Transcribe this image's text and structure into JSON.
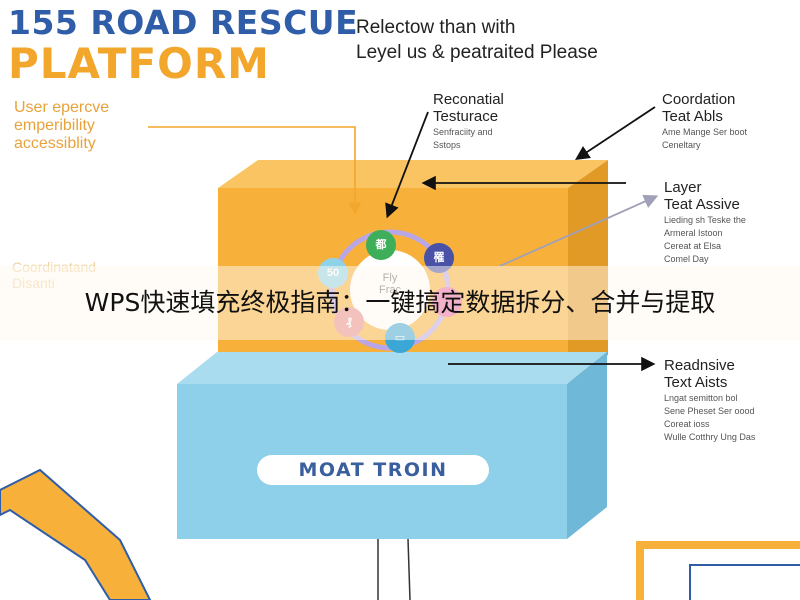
{
  "header": {
    "title_line1": "155 ROAD RESCUE",
    "title_line2": "PLATFORM",
    "subtitle_line1": "Relectow than with",
    "subtitle_line2": "Leyel us & peatraited Please"
  },
  "notes": {
    "left_line1": "User epercve",
    "left_line2": "emperibility",
    "left_line3": "accessiblity",
    "faint_line1": "Coordinatand",
    "faint_line2": "Disanti"
  },
  "labels": {
    "reconatial": {
      "title1": "Reconatial",
      "title2": "Testurace",
      "sub1": "Senfraciity and",
      "sub2": "Sstops"
    },
    "coordation": {
      "title1": "Coordation",
      "title2": "Teat Abls",
      "sub1": "Ame Mange Ser boot",
      "sub2": "Ceneltary"
    },
    "layer": {
      "title1": "Layer",
      "title2": "Teat Assive",
      "sub1": "Lieding sh Teske the",
      "sub2": "Armeral Istoon",
      "sub3": "Cereat at Elsa",
      "sub4": "Comel Day"
    },
    "readnsive": {
      "title1": "Readnsive",
      "title2": "Text Aists",
      "sub1": "Lngat semitton bol",
      "sub2": "Sene Pheset Ser oood",
      "sub3": "Coreat ioss",
      "sub4": "Wulle Cotthry Ung Das"
    }
  },
  "diagram": {
    "center_line1": "Fly",
    "center_line2": "Frac",
    "nodes": [
      {
        "name": "node-top",
        "glyph": "都",
        "color": "#3fae5a"
      },
      {
        "name": "node-right-top",
        "glyph": "罹",
        "color": "#4a52a8"
      },
      {
        "name": "node-right",
        "glyph": "",
        "color": "#e86aa5"
      },
      {
        "name": "node-bottom",
        "glyph": "▭",
        "color": "#3aa7d6"
      },
      {
        "name": "node-left-bottom",
        "glyph": "₰",
        "color": "#e88a8a"
      },
      {
        "name": "node-left",
        "glyph": "50",
        "color": "#8fd3e8"
      }
    ],
    "pill_label": "MOAT TROIN"
  },
  "banner": {
    "text": "WPS快速填充终极指南：一键搞定数据拆分、合并与提取"
  },
  "colors": {
    "orange": "#f7b13a",
    "blue": "#8ecfe9",
    "title_blue": "#2f5da8",
    "title_orange": "#f2a62c"
  }
}
